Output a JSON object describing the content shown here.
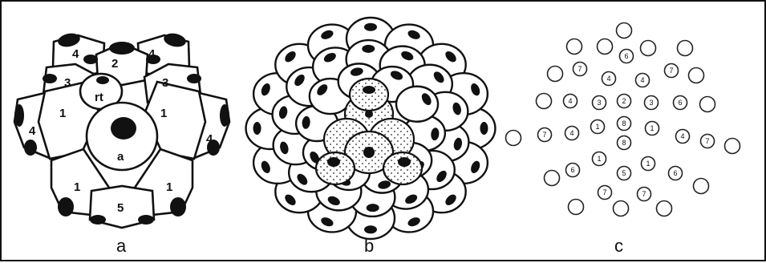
{
  "panel_a": {
    "caption": "a",
    "cell_labels": {
      "rt": "rt",
      "a": "a",
      "one": "1",
      "two": "2",
      "three": "3",
      "four": "4",
      "five": "5"
    }
  },
  "panel_b": {
    "caption": "b"
  },
  "panel_c": {
    "caption": "c",
    "ring_numbers": [
      "1",
      "2",
      "3",
      "4",
      "5",
      "6",
      "7",
      "8"
    ]
  }
}
